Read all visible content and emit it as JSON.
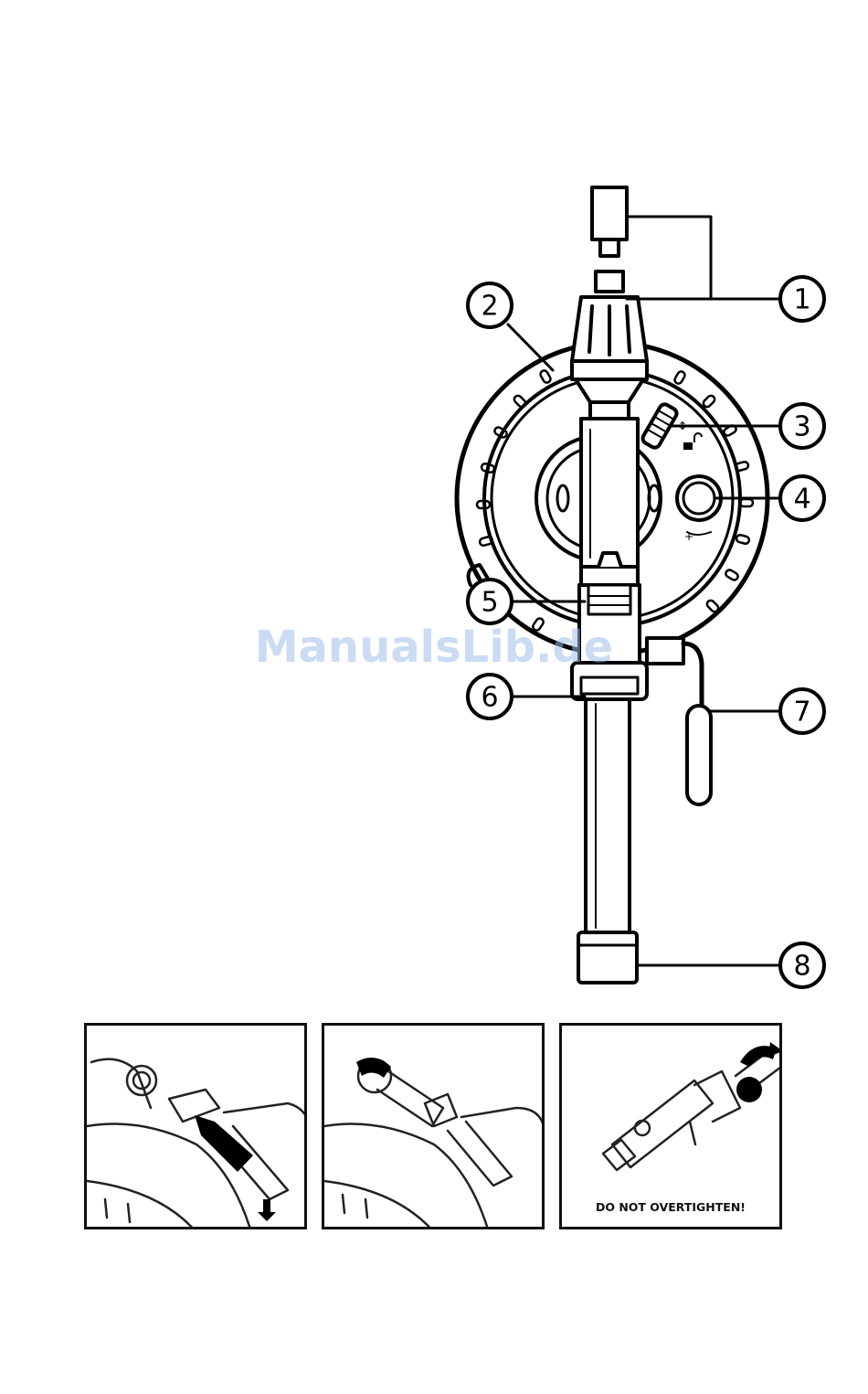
{
  "watermark": "ManualsLib.de",
  "callouts": [
    "1",
    "2",
    "3",
    "4",
    "5",
    "6",
    "7",
    "8"
  ],
  "steps": {
    "step3_warning": "DO NOT OVERTIGHTEN!"
  },
  "icons": [
    "lock-open-icon",
    "tighten-arrow-icon",
    "push-arrow-icon",
    "down-arrow-icon",
    "rotate-arrow-icon"
  ]
}
